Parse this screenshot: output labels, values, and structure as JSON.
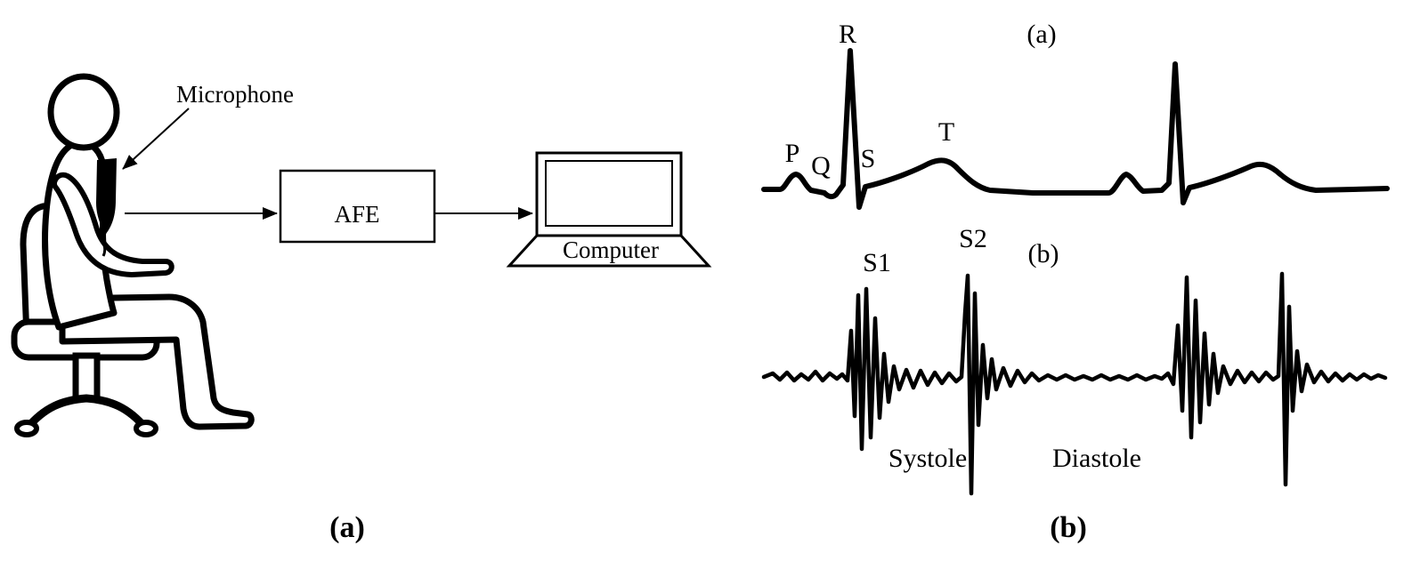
{
  "setup": {
    "microphone_label": "Microphone",
    "afe_label": "AFE",
    "computer_label": "Computer",
    "caption": "(a)"
  },
  "signals": {
    "ecg_panel_label": "(a)",
    "ecg_p": "P",
    "ecg_q": "Q",
    "ecg_r": "R",
    "ecg_s": "S",
    "ecg_t": "T",
    "pcg_panel_label": "(b)",
    "pcg_s1": "S1",
    "pcg_s2": "S2",
    "systole_label": "Systole",
    "diastole_label": "Diastole",
    "caption": "(b)"
  }
}
